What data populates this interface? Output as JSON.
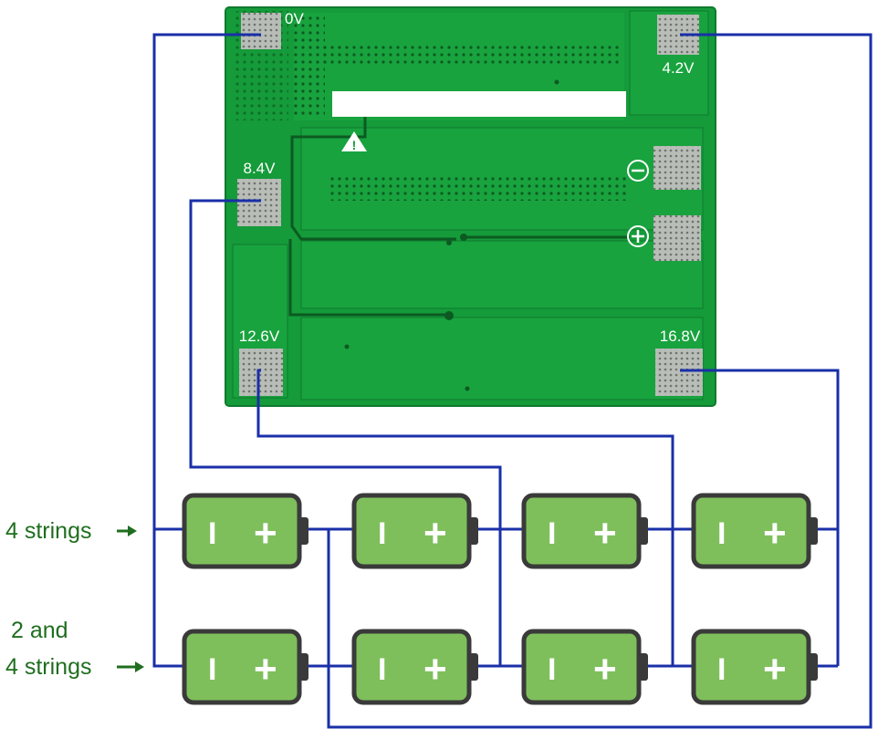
{
  "pcb": {
    "terminals": {
      "t0": "0V",
      "t1": "4.2V",
      "t2": "8.4V",
      "t3": "12.6V",
      "t4": "16.8V"
    },
    "neg_symbol": "−",
    "pos_symbol": "+",
    "warning_symbol": "!"
  },
  "labels": {
    "top_row": "4 strings",
    "bottom_row_line1": "2 and",
    "bottom_row_line2": "4 strings"
  },
  "battery": {
    "neg_sign": "I",
    "pos_sign": "+"
  },
  "colors": {
    "pcb_green": "#159b3a",
    "wire_blue": "#1a2fa8",
    "battery_green": "#7ebf5c",
    "battery_border": "#3a3a3a",
    "label_green": "#1f6e1f",
    "pad_silver": "#aeb2ad"
  }
}
